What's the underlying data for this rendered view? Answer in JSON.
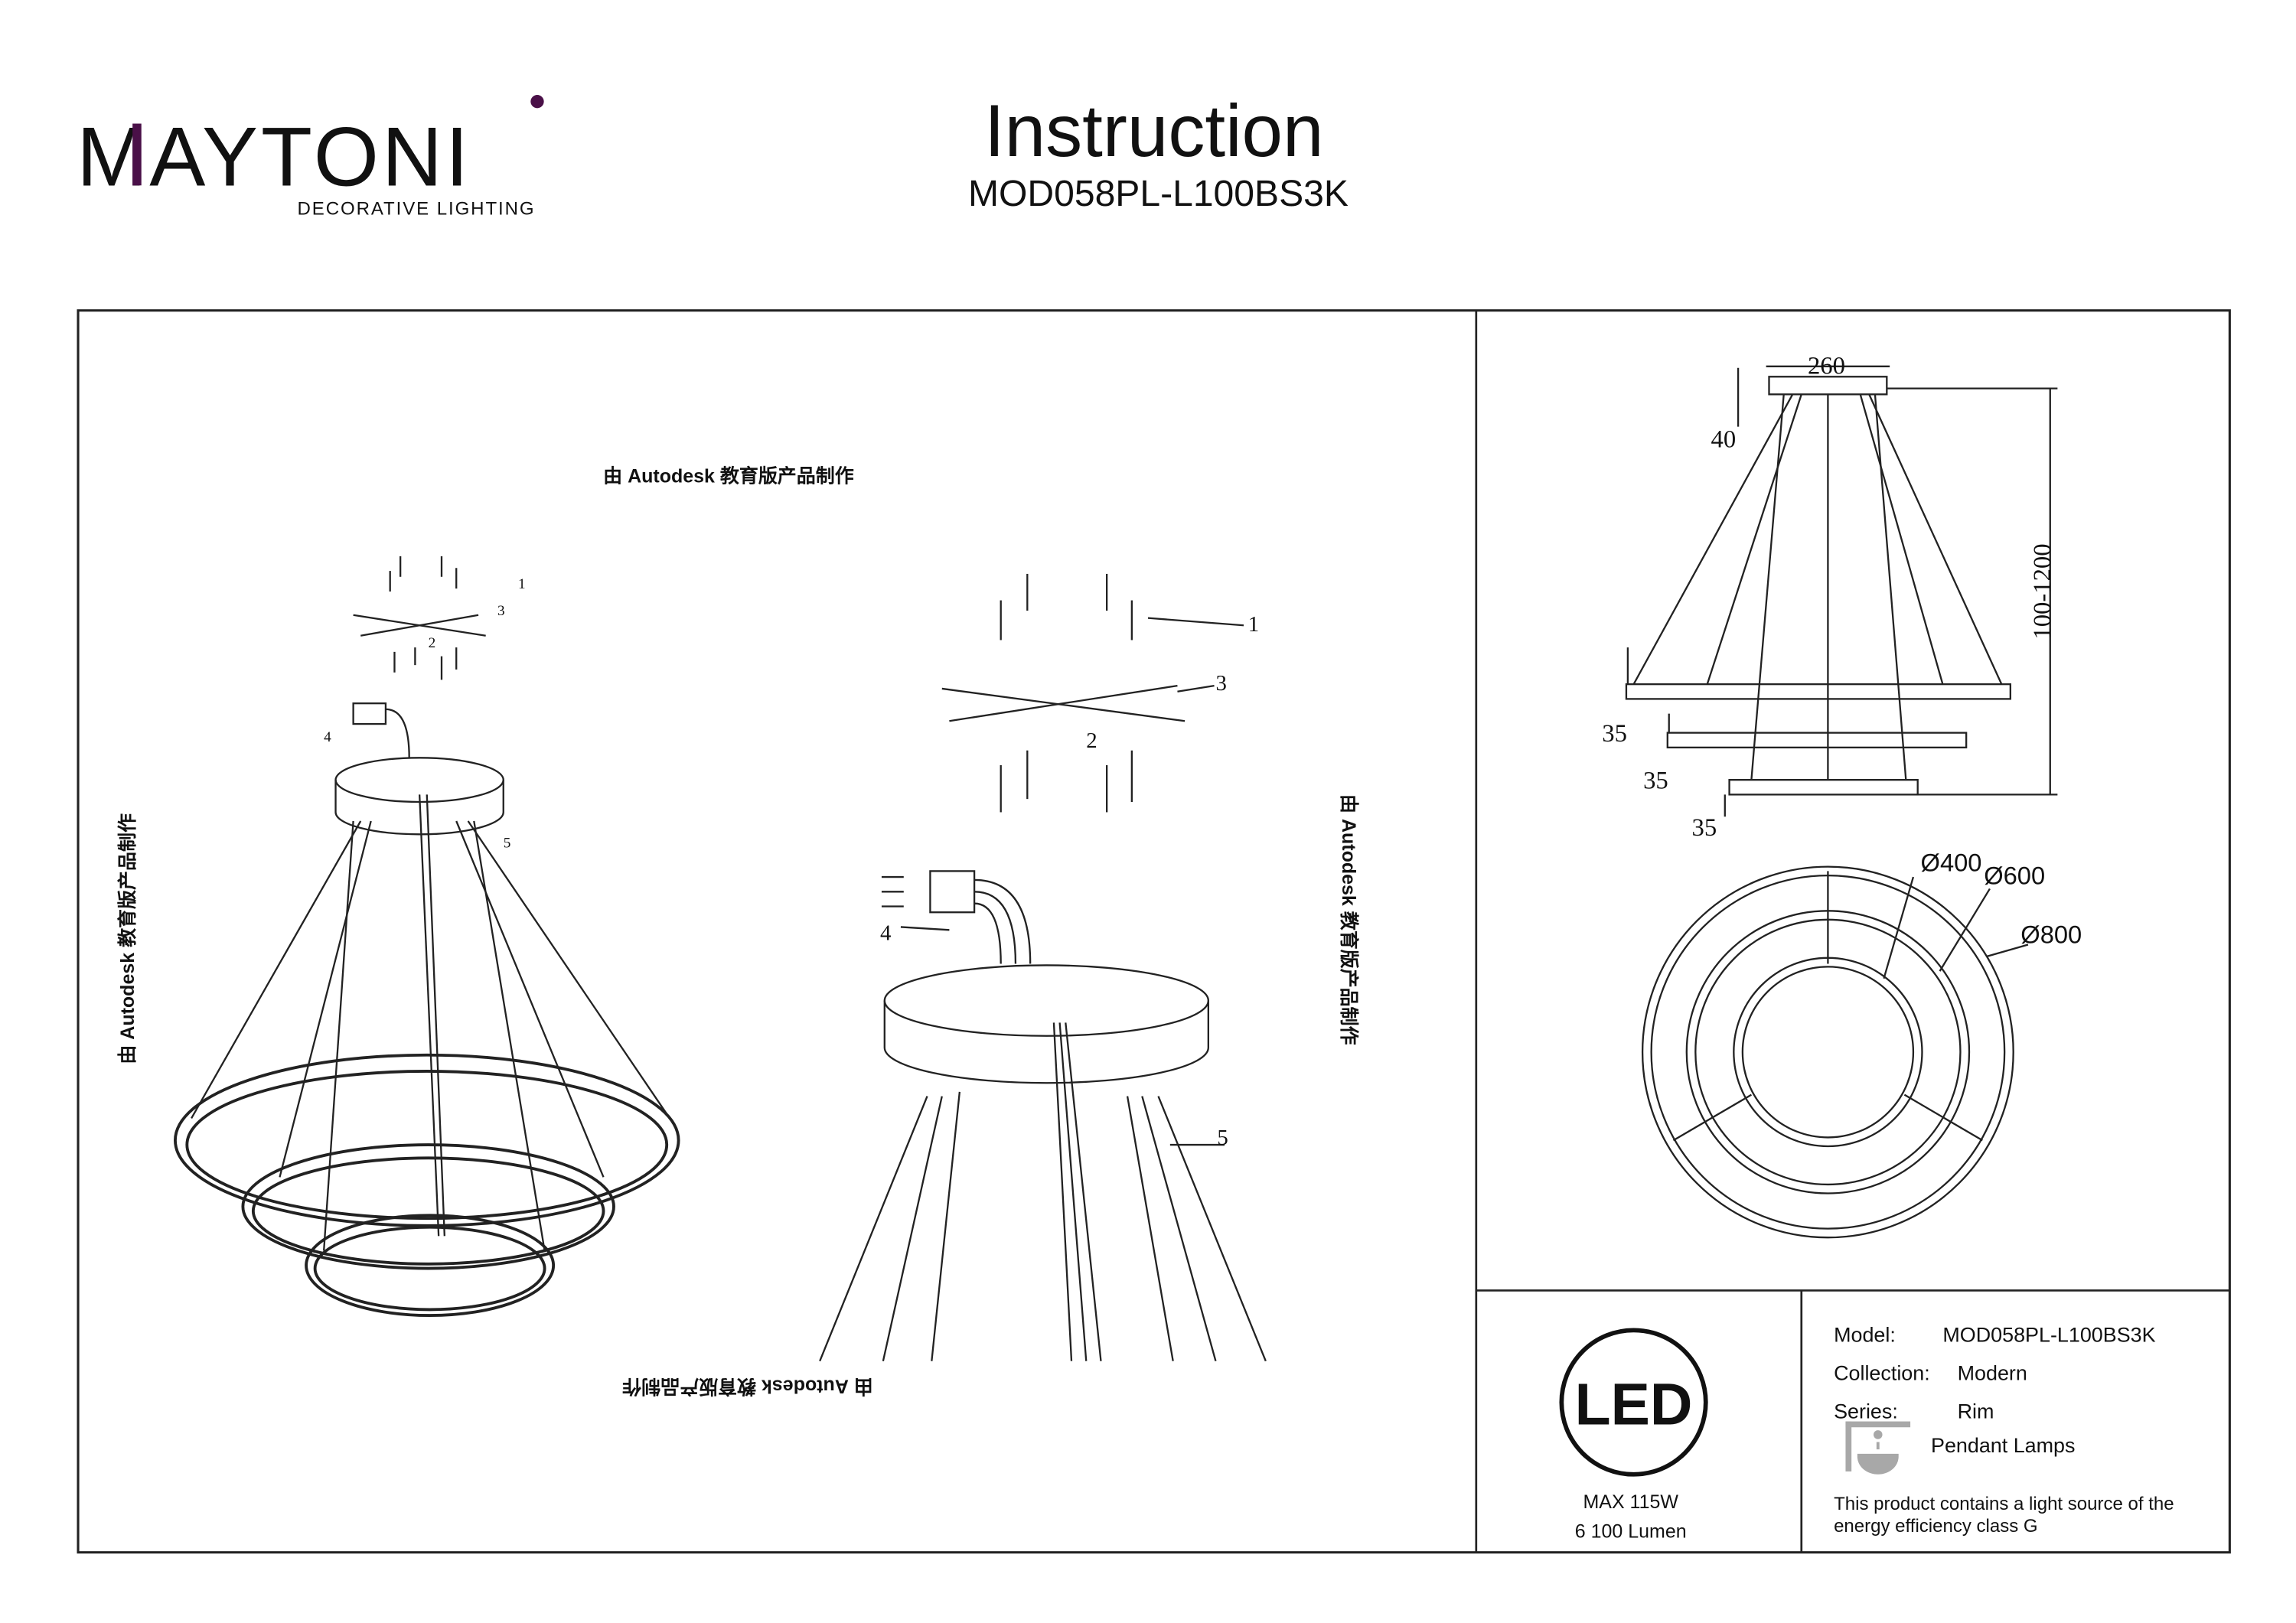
{
  "header": {
    "brand": "MAYTONI",
    "brand_tagline": "DECORATIVE LIGHTING",
    "title": "Instruction",
    "model": "MOD058PL-L100BS3K"
  },
  "watermark": "由 Autodesk 教育版产品制作",
  "part_labels": [
    "1",
    "2",
    "3",
    "4",
    "5"
  ],
  "dimensions": {
    "canopy_width": "260",
    "canopy_height": "40",
    "ring_height_1": "35",
    "ring_height_2": "35",
    "ring_height_3": "35",
    "drop_length": "100-1200",
    "diameter_small": "Ø400",
    "diameter_medium": "Ø600",
    "diameter_large": "Ø800"
  },
  "spec": {
    "led_label": "LED",
    "max_power": "MAX 115W",
    "lumen": "6 100 Lumen",
    "model_label": "Model:",
    "model_value": "MOD058PL-L100BS3K",
    "collection_label": "Collection:",
    "collection_value": "Modern",
    "series_label": "Series:",
    "series_value": "Rim",
    "category": "Pendant Lamps",
    "energy_note_1": "This product contains a light source of the",
    "energy_note_2": "energy efficiency class G"
  },
  "colors": {
    "brand_accent": "#4a1048",
    "line": "#222222",
    "icon_gray": "#a8a8a8"
  }
}
